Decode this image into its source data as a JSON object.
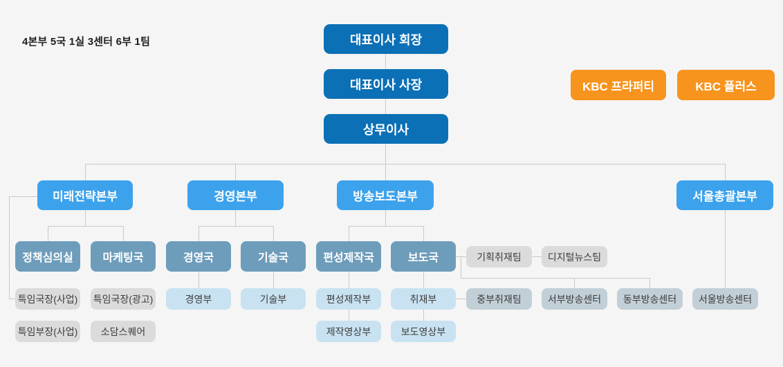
{
  "summary": "4본부 5국 1실 3센터 6부 1팀",
  "colors": {
    "executive": "#0b70b6",
    "division": "#3da2ec",
    "bureau": "#6e9cbb",
    "dept": "#c9e2f2",
    "team_gray": "#dbdbdb",
    "center_gray": "#c3cfd7",
    "affiliate": "#f7941e",
    "line": "#c8c8c8",
    "background": "#f5f5f6"
  },
  "executives": [
    "대표이사 회장",
    "대표이사 사장",
    "상무이사"
  ],
  "affiliates": [
    "KBC 프라퍼티",
    "KBC 플러스"
  ],
  "divisions": [
    "미래전략본부",
    "경영본부",
    "방송보도본부",
    "서울총괄본부"
  ],
  "bureaus": [
    "정책심의실",
    "마케팅국",
    "경영국",
    "기술국",
    "편성제작국",
    "보도국"
  ],
  "teams": [
    "기획취재팀",
    "디지털뉴스팀"
  ],
  "departments": [
    "특임국장(사업)",
    "특임국장(광고)",
    "경영부",
    "기술부",
    "편성제작부",
    "취재부",
    "중부취재팀",
    "서부방송센터",
    "동부방송센터",
    "서울방송센터"
  ],
  "sub_departments": [
    "특임부장(사업)",
    "소담스퀘어",
    "제작영상부",
    "보도영상부"
  ],
  "edges": [
    [
      "대표이사 회장",
      "대표이사 사장"
    ],
    [
      "대표이사 사장",
      "상무이사"
    ],
    [
      "상무이사",
      "미래전략본부"
    ],
    [
      "상무이사",
      "경영본부"
    ],
    [
      "상무이사",
      "방송보도본부"
    ],
    [
      "상무이사",
      "서울총괄본부"
    ],
    [
      "미래전략본부",
      "정책심의실"
    ],
    [
      "미래전략본부",
      "마케팅국"
    ],
    [
      "미래전략본부",
      "특임국장(사업)"
    ],
    [
      "경영본부",
      "경영국"
    ],
    [
      "경영본부",
      "기술국"
    ],
    [
      "방송보도본부",
      "편성제작국"
    ],
    [
      "방송보도본부",
      "보도국"
    ],
    [
      "서울총괄본부",
      "서울방송센터"
    ],
    [
      "경영국",
      "경영부"
    ],
    [
      "기술국",
      "기술부"
    ],
    [
      "편성제작국",
      "편성제작부"
    ],
    [
      "편성제작부",
      "제작영상부"
    ],
    [
      "보도국",
      "기획취재팀"
    ],
    [
      "기획취재팀",
      "디지털뉴스팀"
    ],
    [
      "보도국",
      "취재부"
    ],
    [
      "보도국",
      "서부방송센터"
    ],
    [
      "보도국",
      "동부방송센터"
    ],
    [
      "취재부",
      "중부취재팀"
    ],
    [
      "취재부",
      "보도영상부"
    ]
  ]
}
